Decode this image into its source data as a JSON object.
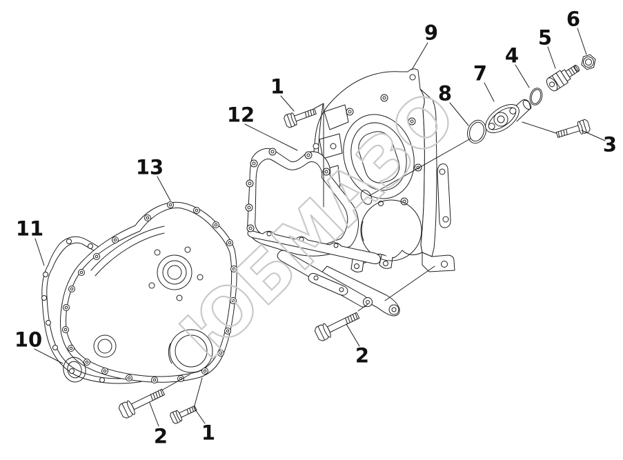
{
  "figure": {
    "type": "exploded-parts-diagram",
    "background_color": "#ffffff",
    "line_color": "#1c1c1c"
  },
  "watermark": {
    "text": "ЮБМАЗО",
    "color": "#c9c9c9"
  },
  "callouts": [
    {
      "label": "9"
    },
    {
      "label": "1"
    },
    {
      "label": "12"
    },
    {
      "label": "13"
    },
    {
      "label": "11"
    },
    {
      "label": "10"
    },
    {
      "label": "2"
    },
    {
      "label": "1"
    },
    {
      "label": "2"
    },
    {
      "label": "8"
    },
    {
      "label": "7"
    },
    {
      "label": "4"
    },
    {
      "label": "5"
    },
    {
      "label": "6"
    },
    {
      "label": "3"
    }
  ]
}
